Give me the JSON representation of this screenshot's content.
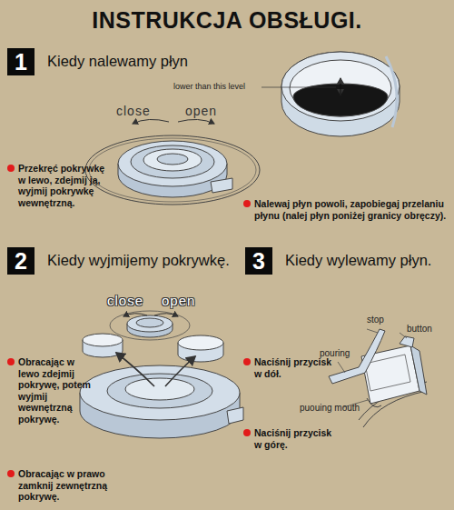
{
  "diagram": {
    "title": "INSTRUKCJA OBSŁUGI.",
    "nodes": [
      {
        "text": [
          "1",
          "Kiedy nalewamy płyn"
        ]
      },
      {
        "text": [
          "2",
          "Kiedy wyjmijemy pokrywkę."
        ]
      },
      {
        "text": [
          "3",
          "Kiedy wylewamy płyn."
        ]
      }
    ],
    "labels": [
      "close",
      "open",
      "lower than this level",
      "Przekręć pokrywkę w lewo, zdejmij ją, wyjmij pokrywkę wewnętrzną.",
      "Nalewaj płyn powoli, zapobiegaj przelaniu płynu (nalej płyn poniżej granicy obręczy).",
      "close",
      "open",
      "Obracając w lewo zdejmij pokrywę, potem wyjmij wewnętrzną pokrywę.",
      "Obracając w prawo zamknij zewnętrzną pokrywę.",
      "stop",
      "button",
      "pouring",
      "Naciśnij przycisk w dół.",
      "puouing mouth",
      "Naciśnij przycisk w górę."
    ]
  }
}
